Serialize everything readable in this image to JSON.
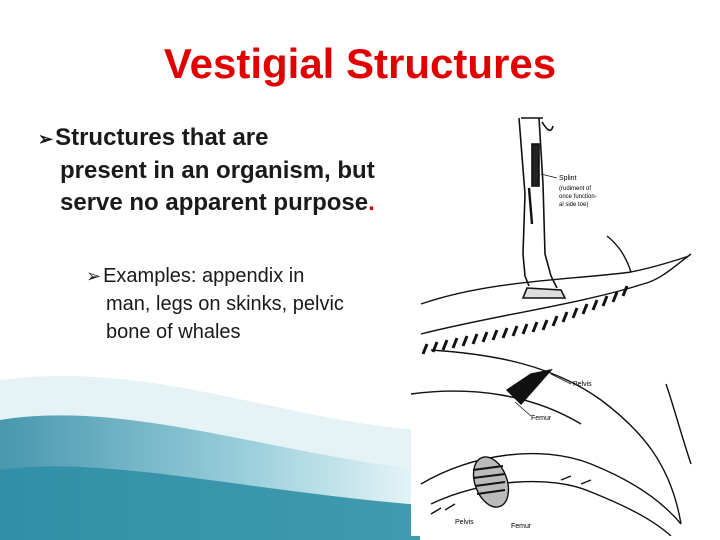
{
  "slide": {
    "title": "Vestigial Structures",
    "bullet_main": {
      "first_line": "Structures that are",
      "rest": "present in an organism, but serve no apparent purpose",
      "period": "."
    },
    "bullet_sub": {
      "first_line": "Examples: appendix in",
      "rest": "man, legs on skinks, pelvic bone of whales"
    }
  },
  "figure": {
    "labels": {
      "splint": "Splint",
      "splint_note_1": "(rudiment of",
      "splint_note_2": "once function-",
      "splint_note_3": "al side toe)",
      "pelvis": "Pelvis",
      "femur": "Femur",
      "pelvis_bottom": "Pelvis",
      "femur_bottom": "Femur"
    }
  },
  "colors": {
    "title": "#e00000",
    "text": "#1a1a1a",
    "wave": "#2f8fa6"
  }
}
